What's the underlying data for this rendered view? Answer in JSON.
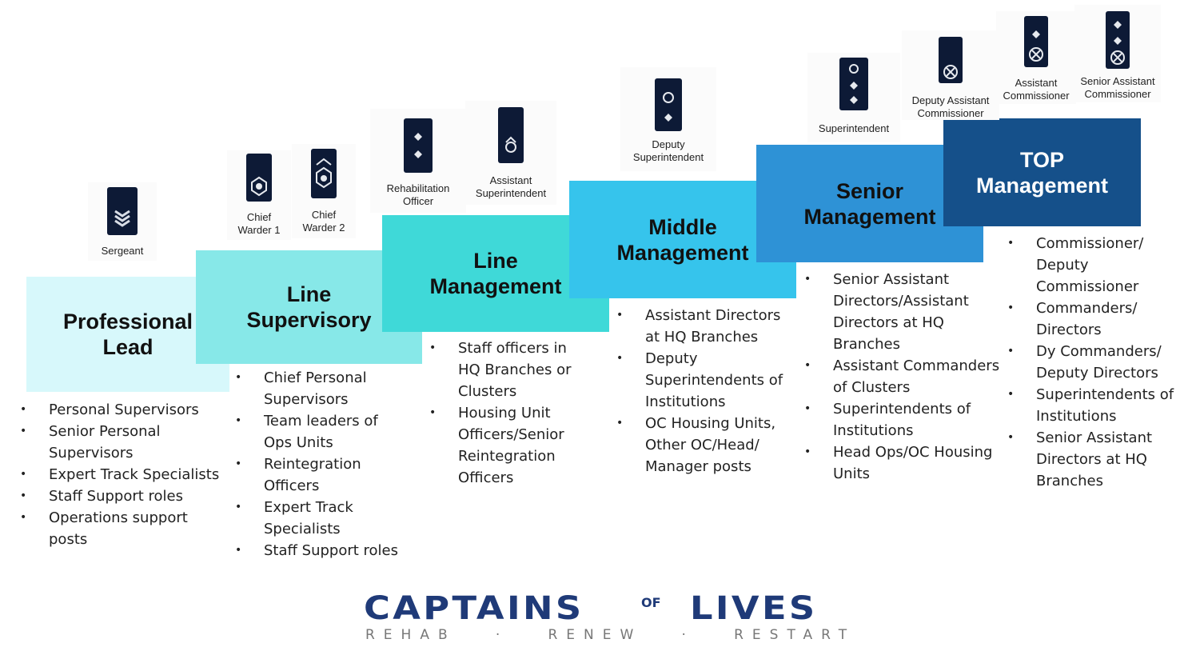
{
  "levels": [
    {
      "title": "Professional\nLead",
      "color": "#d7f8fb",
      "roles": [
        "Personal Supervisors",
        "Senior Personal\nSupervisors",
        "Expert Track Specialists",
        "Staff Support roles",
        "Operations support\nposts"
      ]
    },
    {
      "title": "Line\nSupervisory",
      "color": "#87e8e8",
      "roles": [
        "Chief Personal\nSupervisors",
        "Team leaders of\nOps Units",
        "Reintegration\nOfficers",
        "Expert Track\nSpecialists",
        "Staff Support roles"
      ]
    },
    {
      "title": "Line\nManagement",
      "color": "#3fd9d8",
      "roles": [
        "Staff officers in\nHQ Branches or\nClusters",
        "Housing Unit\nOfficers/Senior\nReintegration\nOfficers"
      ]
    },
    {
      "title": "Middle\nManagement",
      "color": "#36c4ec",
      "roles": [
        "Assistant Directors\nat HQ Branches",
        "Deputy\nSuperintendents of\nInstitutions",
        "OC Housing Units,\nOther OC/Head/\nManager posts"
      ]
    },
    {
      "title": "Senior\nManagement",
      "color": "#2e92d6",
      "roles": [
        "Senior Assistant\nDirectors/Assistant\nDirectors at HQ\nBranches",
        "Assistant Commanders\nof Clusters",
        "Superintendents of\nInstitutions",
        "Head Ops/OC Housing\nUnits"
      ]
    },
    {
      "title": "TOP\nManagement",
      "color": "#15508a",
      "roles": [
        "Commissioner/\nDeputy\nCommissioner",
        "Commanders/\nDirectors",
        "Dy Commanders/\nDeputy Directors",
        "Superintendents of\nInstitutions",
        "Senior Assistant\nDirectors at HQ\nBranches"
      ]
    }
  ],
  "ranks": [
    {
      "label": "Sergeant",
      "icon": "chevron-rank-icon"
    },
    {
      "label": "Chief\nWarder 1",
      "icon": "crest-rank-icon"
    },
    {
      "label": "Chief\nWarder 2",
      "icon": "crest-chevron-rank-icon"
    },
    {
      "label": "Rehabilitation\nOfficer",
      "icon": "two-pips-rank-icon"
    },
    {
      "label": "Assistant\nSuperintendent",
      "icon": "crest-rank-icon"
    },
    {
      "label": "Deputy\nSuperintendent",
      "icon": "crest-pip-rank-icon"
    },
    {
      "label": "Superintendent",
      "icon": "crest-two-pips-rank-icon"
    },
    {
      "label": "Deputy Assistant\nCommissioner",
      "icon": "crossed-batons-rank-icon"
    },
    {
      "label": "Assistant\nCommissioner",
      "icon": "pip-batons-rank-icon"
    },
    {
      "label": "Senior Assistant\nCommissioner",
      "icon": "two-pips-batons-rank-icon"
    }
  ],
  "logo": {
    "main": "CAPTAINS",
    "of": "OF",
    "lives": "LIVES",
    "tagline": "REHAB   ·   RENEW   ·   RESTART",
    "color": "#1f3a78"
  }
}
